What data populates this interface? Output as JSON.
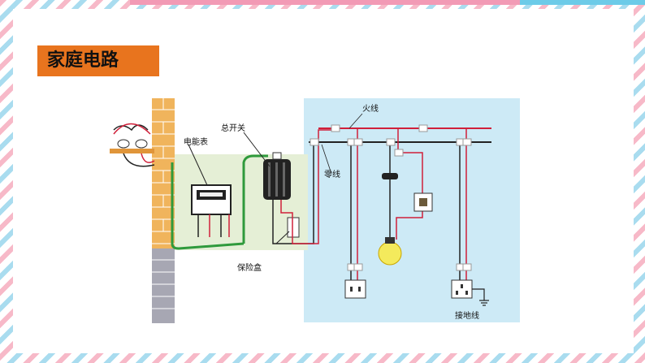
{
  "slide": {
    "title": "家庭电路"
  },
  "diagram": {
    "labels": {
      "live_wire": "火线",
      "neutral_wire": "零线",
      "meter": "电能表",
      "main_switch": "总开关",
      "fuse_box": "保险盒",
      "ground_wire": "接地线"
    }
  },
  "colors": {
    "title_bg": "#e8741e",
    "live": "#d0203a",
    "neutral": "#222222",
    "ground_link": "#2f9a3c",
    "house_panel": "#cdeaf6"
  }
}
